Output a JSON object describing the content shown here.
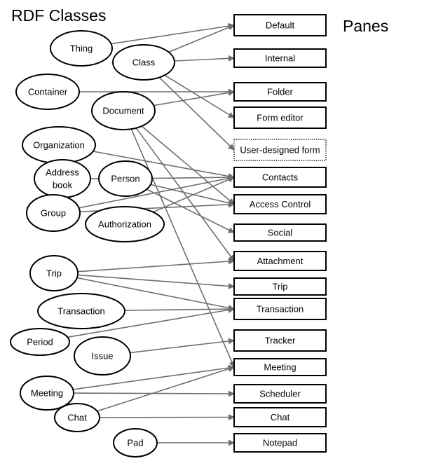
{
  "titles": {
    "classes": "RDF Classes",
    "panes": "Panes"
  },
  "classes": [
    {
      "id": "thing",
      "label": [
        "Thing"
      ]
    },
    {
      "id": "class",
      "label": [
        "Class"
      ]
    },
    {
      "id": "container",
      "label": [
        "Container"
      ]
    },
    {
      "id": "document",
      "label": [
        "Document"
      ]
    },
    {
      "id": "organization",
      "label": [
        "Organization"
      ]
    },
    {
      "id": "address-book",
      "label": [
        "Address",
        "book"
      ]
    },
    {
      "id": "person",
      "label": [
        "Person"
      ]
    },
    {
      "id": "group",
      "label": [
        "Group"
      ]
    },
    {
      "id": "authorization",
      "label": [
        "Authorization"
      ]
    },
    {
      "id": "trip",
      "label": [
        "Trip"
      ]
    },
    {
      "id": "transaction",
      "label": [
        "Transaction"
      ]
    },
    {
      "id": "period",
      "label": [
        "Period"
      ]
    },
    {
      "id": "issue",
      "label": [
        "Issue"
      ]
    },
    {
      "id": "meeting",
      "label": [
        "Meeting"
      ]
    },
    {
      "id": "chat",
      "label": [
        "Chat"
      ]
    },
    {
      "id": "pad",
      "label": [
        "Pad"
      ]
    }
  ],
  "panes": [
    {
      "id": "default",
      "label": "Default"
    },
    {
      "id": "internal",
      "label": "Internal"
    },
    {
      "id": "folder",
      "label": "Folder"
    },
    {
      "id": "form-editor",
      "label": "Form editor"
    },
    {
      "id": "user-designed-form",
      "label": "User-designed form"
    },
    {
      "id": "contacts",
      "label": "Contacts"
    },
    {
      "id": "access-control",
      "label": "Access Control"
    },
    {
      "id": "social",
      "label": "Social"
    },
    {
      "id": "attachment",
      "label": "Attachment"
    },
    {
      "id": "trip",
      "label": "Trip"
    },
    {
      "id": "transaction",
      "label": "Transaction"
    },
    {
      "id": "tracker",
      "label": "Tracker"
    },
    {
      "id": "meeting",
      "label": "Meeting"
    },
    {
      "id": "scheduler",
      "label": "Scheduler"
    },
    {
      "id": "chat",
      "label": "Chat"
    },
    {
      "id": "notepad",
      "label": "Notepad"
    }
  ],
  "edges": [
    [
      "thing",
      "default"
    ],
    [
      "class",
      "default"
    ],
    [
      "class",
      "internal"
    ],
    [
      "class",
      "form-editor"
    ],
    [
      "class",
      "user-designed-form"
    ],
    [
      "container",
      "folder"
    ],
    [
      "document",
      "folder"
    ],
    [
      "document",
      "access-control"
    ],
    [
      "document",
      "attachment"
    ],
    [
      "document",
      "meeting"
    ],
    [
      "organization",
      "contacts"
    ],
    [
      "address-book",
      "person"
    ],
    [
      "person",
      "contacts"
    ],
    [
      "person",
      "access-control"
    ],
    [
      "person",
      "social"
    ],
    [
      "group",
      "contacts"
    ],
    [
      "group",
      "access-control"
    ],
    [
      "authorization",
      "contacts"
    ],
    [
      "trip",
      "attachment"
    ],
    [
      "trip",
      "trip"
    ],
    [
      "trip",
      "transaction"
    ],
    [
      "transaction",
      "transaction"
    ],
    [
      "period",
      "transaction"
    ],
    [
      "issue",
      "tracker"
    ],
    [
      "meeting",
      "meeting"
    ],
    [
      "meeting",
      "scheduler"
    ],
    [
      "chat",
      "meeting"
    ],
    [
      "chat",
      "chat"
    ],
    [
      "pad",
      "notepad"
    ]
  ]
}
